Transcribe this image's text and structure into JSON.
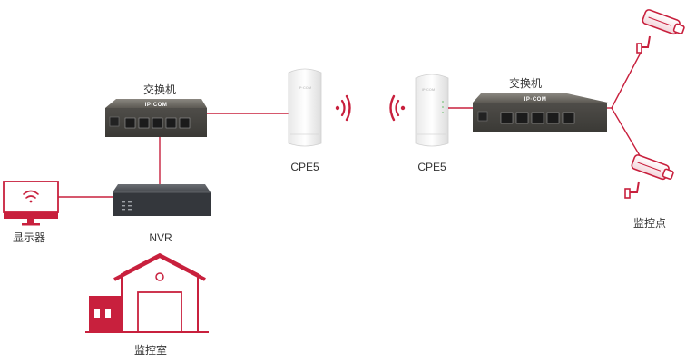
{
  "colors": {
    "link": "#c8203d",
    "accent": "#c8203d",
    "switch_body": "#5c5a55",
    "nvr_body": "#3a3d42",
    "text": "#333333"
  },
  "labels": {
    "switch_left": "交换机",
    "switch_right": "交换机",
    "cpe_left": "CPE5",
    "cpe_right": "CPE5",
    "nvr": "NVR",
    "monitor": "显示器",
    "monitoring_room": "监控室",
    "monitoring_point": "监控点"
  },
  "brand": {
    "switch_left": "IP·COM",
    "switch_right": "IP·COM",
    "cpe_left": "IP·COM",
    "cpe_right": "IP·COM"
  },
  "icons": {
    "monitor": "wifi-monitor-icon",
    "wireless": "wireless-signal-icon",
    "camera": "security-camera-icon",
    "room": "house-icon"
  }
}
